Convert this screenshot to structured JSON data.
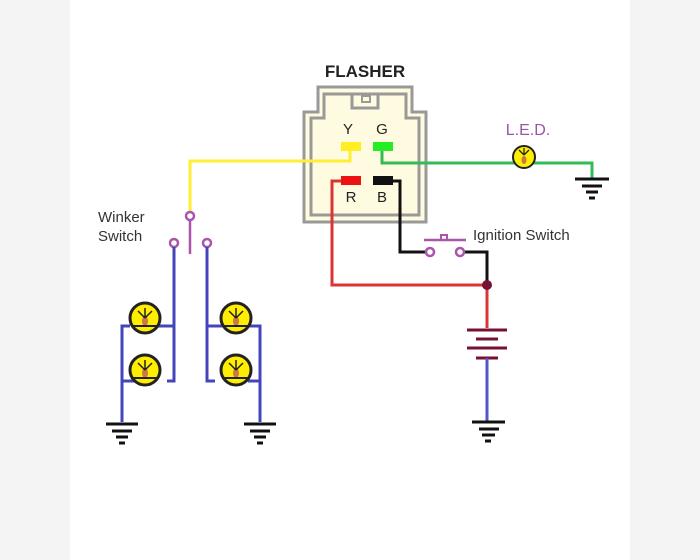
{
  "diagram": {
    "title": "FLASHER",
    "flasher_terminals": [
      {
        "id": "Y",
        "label": "Y",
        "color": "#ffee22"
      },
      {
        "id": "G",
        "label": "G",
        "color": "#22ee22"
      },
      {
        "id": "R",
        "label": "R",
        "color": "#ee1111"
      },
      {
        "id": "B",
        "label": "B",
        "color": "#111111"
      }
    ],
    "led_label": "L.E.D.",
    "winker_switch_label_line1": "Winker",
    "winker_switch_label_line2": "Switch",
    "ignition_switch_label": "Ignition Switch",
    "colors": {
      "yellow_wire": "#ffee33",
      "green_wire": "#33bb55",
      "red_wire": "#dd3333",
      "black_wire": "#111111",
      "blue_wire": "#4444bb",
      "switch": "#aa55aa",
      "battery": "#771133",
      "lamp_fill": "#ffee00",
      "flasher_body": "#fffbe0",
      "flasher_outline": "#999999",
      "led_label": "#9955aa"
    }
  }
}
